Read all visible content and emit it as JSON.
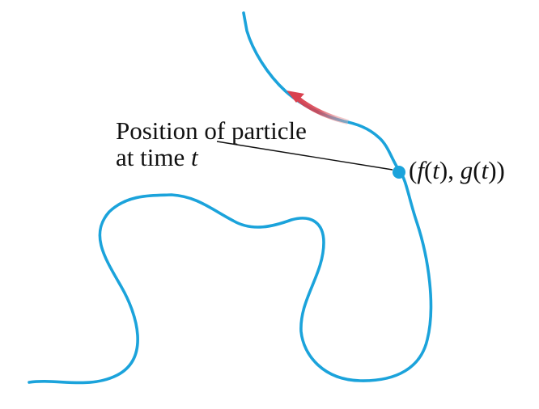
{
  "annotation": {
    "line1": "Position of particle",
    "line2_prefix": "at time ",
    "line2_var": "t"
  },
  "point_label": {
    "open": "(",
    "f": "f",
    "paren_t1": "(",
    "t1": "t",
    "close_t1": "), ",
    "g": "g",
    "paren_t2": "(",
    "t2": "t",
    "close": "))"
  },
  "colors": {
    "curve": "#1ba3db",
    "point": "#1ba3db",
    "arrow_head": "#d9414f",
    "arrow_tail": "#f3b8b5",
    "leader": "#111111"
  }
}
